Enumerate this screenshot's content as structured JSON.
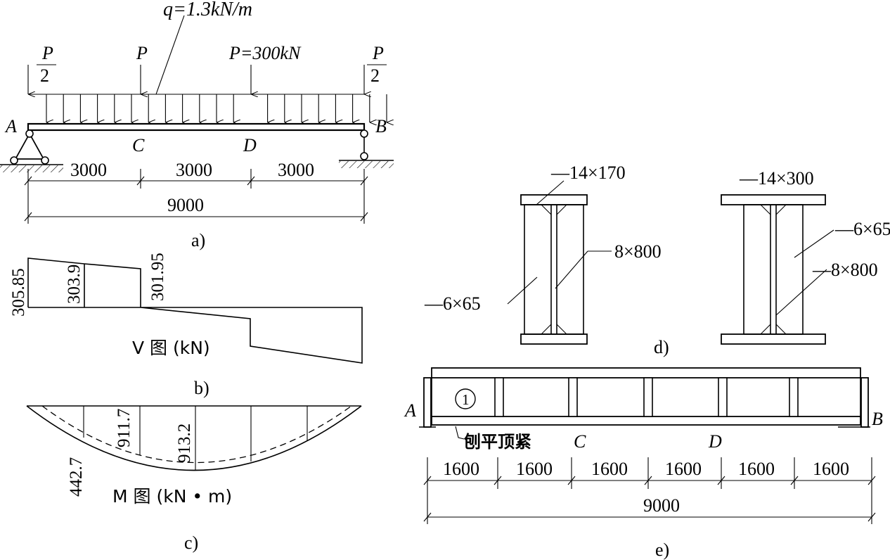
{
  "panel_a": {
    "q_label": "q=1.3kN/m",
    "p_half": "P",
    "p_half_den": "2",
    "p_mid": "P",
    "p_300": "P=300kN",
    "node_a": "A",
    "node_b": "B",
    "node_c": "C",
    "node_d": "D",
    "spans": [
      "3000",
      "3000",
      "3000"
    ],
    "total": "9000",
    "caption": "a)"
  },
  "panel_b": {
    "values": [
      "305.85",
      "303.9",
      "301.95"
    ],
    "label": "V 图 (kN)",
    "caption": "b)"
  },
  "panel_c": {
    "values": [
      "442.7",
      "911.7",
      "913.2"
    ],
    "label": "M 图 (kN • m)",
    "caption": "c)"
  },
  "panel_d": {
    "left_flange": "—14×170",
    "left_web": "8×800",
    "left_stiffener": "—6×65",
    "right_flange": "—14×300",
    "right_stiffener": "—6×65",
    "right_web": "—8×800",
    "caption": "d)"
  },
  "panel_e": {
    "node_a": "A",
    "node_b": "B",
    "node_c": "C",
    "node_d": "D",
    "circle_label": "①",
    "note": "刨平顶紧",
    "spans": [
      "1600",
      "1600",
      "1600",
      "1600",
      "1600",
      "1600"
    ],
    "total": "9000",
    "caption": "e)"
  }
}
